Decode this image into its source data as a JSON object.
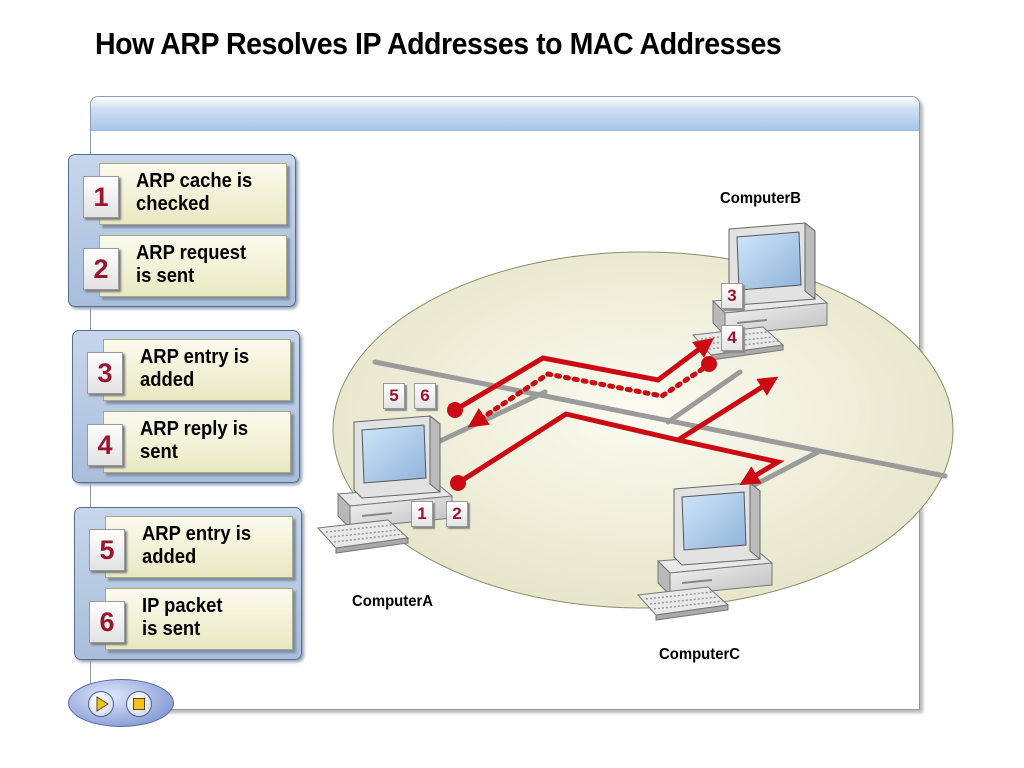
{
  "title": "How ARP Resolves IP Addresses to MAC Addresses",
  "steps": [
    {
      "num": "1",
      "text": "ARP cache is\nchecked"
    },
    {
      "num": "2",
      "text": "ARP request\nis sent"
    },
    {
      "num": "3",
      "text": "ARP entry is\nadded"
    },
    {
      "num": "4",
      "text": "ARP reply is\nsent"
    },
    {
      "num": "5",
      "text": "ARP entry is\nadded"
    },
    {
      "num": "6",
      "text": "IP packet\nis sent"
    }
  ],
  "computers": {
    "a": "ComputerA",
    "b": "ComputerB",
    "c": "ComputerC"
  },
  "tags": {
    "b_top": "3",
    "b_bottom": "4",
    "a_left": "5",
    "a_right": "6",
    "a2_left": "1",
    "a2_right": "2"
  },
  "colors": {
    "arrow": "#cc0a14",
    "number": "#9a1530",
    "network_area": "#eeeedd"
  }
}
